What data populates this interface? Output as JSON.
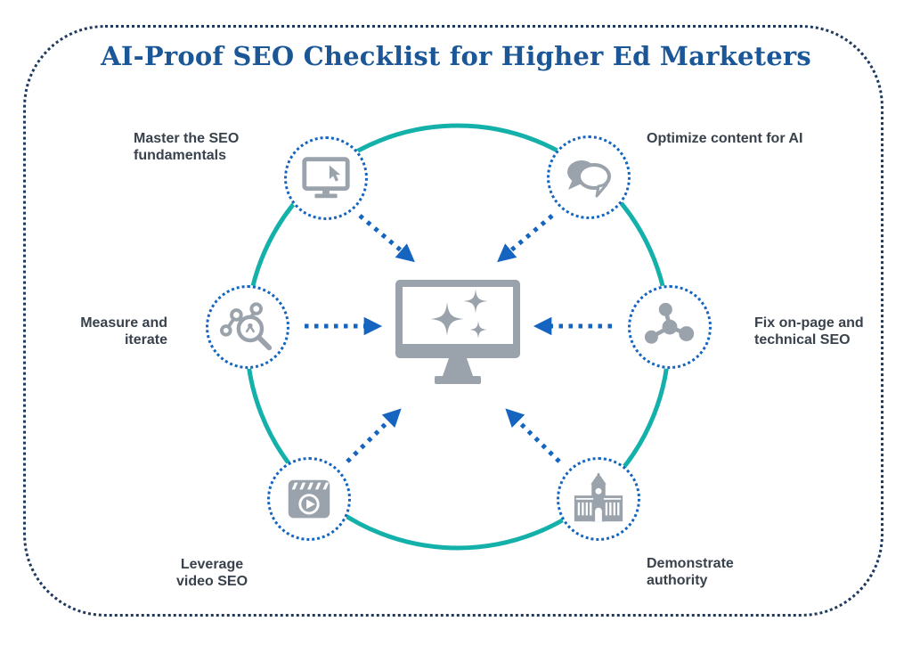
{
  "title": "AI-Proof SEO Checklist for Higher Ed Marketers",
  "colors": {
    "title_blue": "#1b5796",
    "border_navy": "#1e3a5f",
    "ring_teal": "#14b0aa",
    "arrow_blue": "#1565c0",
    "icon_gray": "#9aa2ab",
    "label_dark": "#39424c"
  },
  "center": {
    "icon": "ai-sparkles-monitor-icon"
  },
  "nodes": [
    {
      "label": "Master the SEO\nfundamentals",
      "icon": "monitor-cursor-icon"
    },
    {
      "label": "Optimize content for AI",
      "icon": "speech-bubbles-icon"
    },
    {
      "label": "Fix on-page and\ntechnical SEO",
      "icon": "molecule-icon"
    },
    {
      "label": "Demonstrate\nauthority",
      "icon": "university-building-icon"
    },
    {
      "label": "Leverage\nvideo SEO",
      "icon": "video-player-icon"
    },
    {
      "label": "Measure and\niterate",
      "icon": "chart-magnifier-icon"
    }
  ]
}
